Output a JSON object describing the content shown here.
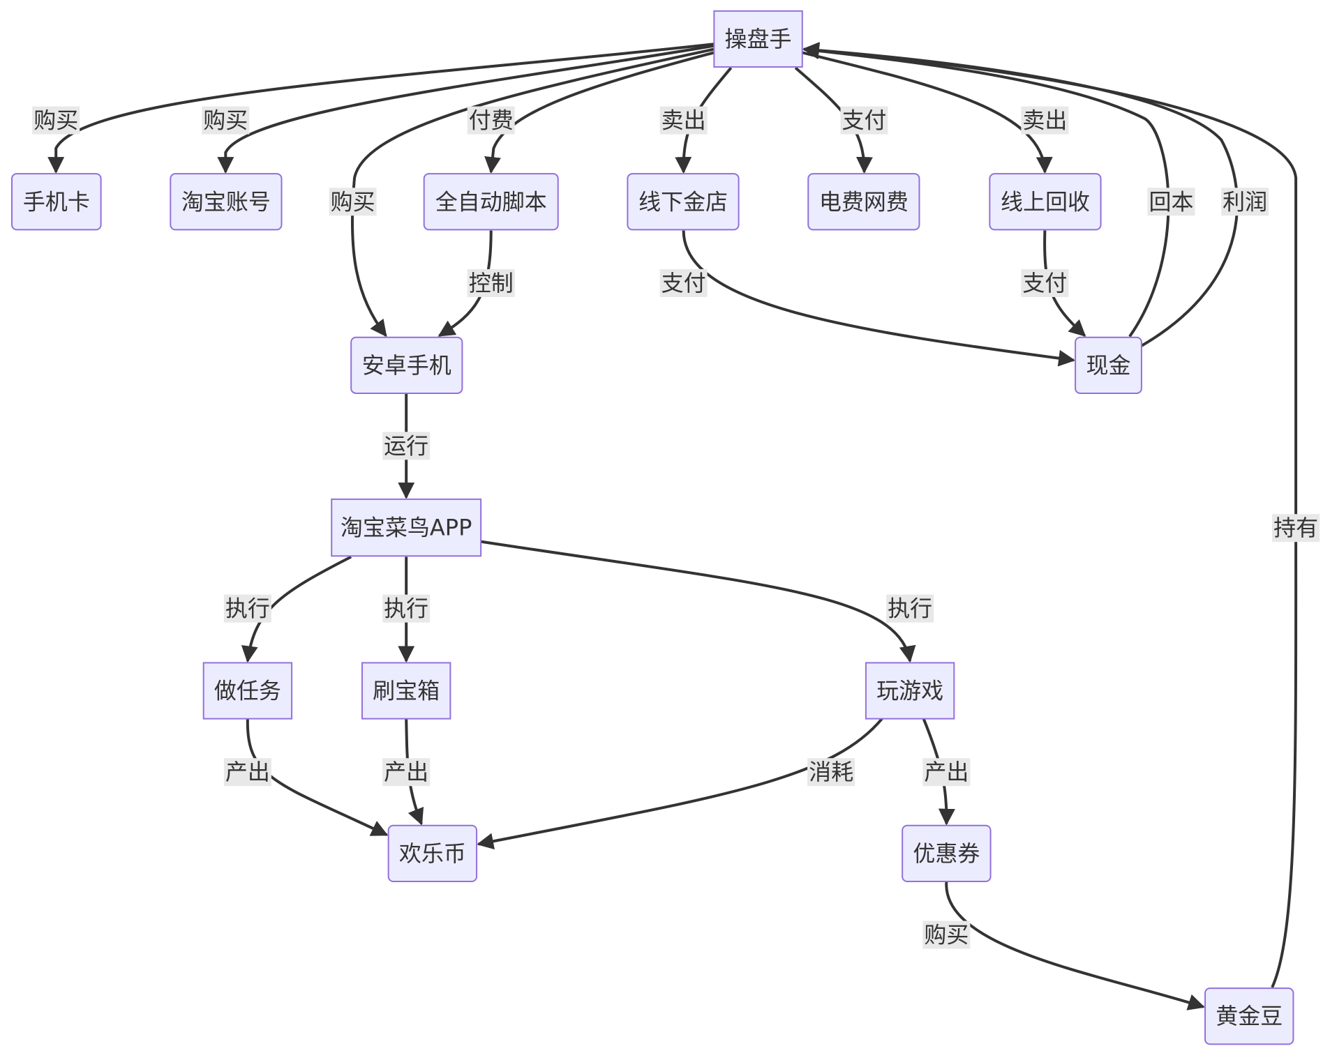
{
  "nodes": [
    {
      "id": "caopanshou",
      "label": "操盘手"
    },
    {
      "id": "shoujika",
      "label": "手机卡"
    },
    {
      "id": "taobaozhanghao",
      "label": "淘宝账号"
    },
    {
      "id": "quanzidongjiaoben",
      "label": "全自动脚本"
    },
    {
      "id": "xianxiajindian",
      "label": "线下金店"
    },
    {
      "id": "dianfeiwangfei",
      "label": "电费网费"
    },
    {
      "id": "xianshanghuishou",
      "label": "线上回收"
    },
    {
      "id": "anzhuoshouji",
      "label": "安卓手机"
    },
    {
      "id": "xianjin",
      "label": "现金"
    },
    {
      "id": "taobaocainiao",
      "label": "淘宝菜鸟APP"
    },
    {
      "id": "zuorenwu",
      "label": "做任务"
    },
    {
      "id": "shuabaoxiang",
      "label": "刷宝箱"
    },
    {
      "id": "wanyouxi",
      "label": "玩游戏"
    },
    {
      "id": "huanlebi",
      "label": "欢乐币"
    },
    {
      "id": "youhuiquan",
      "label": "优惠券"
    },
    {
      "id": "huangjindou",
      "label": "黄金豆"
    }
  ],
  "edges": [
    {
      "from": "caopanshou",
      "to": "shoujika",
      "label": "购买"
    },
    {
      "from": "caopanshou",
      "to": "taobaozhanghao",
      "label": "购买"
    },
    {
      "from": "caopanshou",
      "to": "anzhuoshouji",
      "label": "购买"
    },
    {
      "from": "caopanshou",
      "to": "quanzidongjiaoben",
      "label": "付费"
    },
    {
      "from": "caopanshou",
      "to": "xianxiajindian",
      "label": "卖出"
    },
    {
      "from": "caopanshou",
      "to": "dianfeiwangfei",
      "label": "支付"
    },
    {
      "from": "caopanshou",
      "to": "xianshanghuishou",
      "label": "卖出"
    },
    {
      "from": "xianjin",
      "to": "caopanshou",
      "label": "回本"
    },
    {
      "from": "xianjin",
      "to": "caopanshou",
      "label": "利润"
    },
    {
      "from": "huangjindou",
      "to": "caopanshou",
      "label": "持有"
    },
    {
      "from": "quanzidongjiaoben",
      "to": "anzhuoshouji",
      "label": "控制"
    },
    {
      "from": "xianxiajindian",
      "to": "xianjin",
      "label": "支付"
    },
    {
      "from": "xianshanghuishou",
      "to": "xianjin",
      "label": "支付"
    },
    {
      "from": "anzhuoshouji",
      "to": "taobaocainiao",
      "label": "运行"
    },
    {
      "from": "taobaocainiao",
      "to": "zuorenwu",
      "label": "执行"
    },
    {
      "from": "taobaocainiao",
      "to": "shuabaoxiang",
      "label": "执行"
    },
    {
      "from": "taobaocainiao",
      "to": "wanyouxi",
      "label": "执行"
    },
    {
      "from": "zuorenwu",
      "to": "huanlebi",
      "label": "产出"
    },
    {
      "from": "shuabaoxiang",
      "to": "huanlebi",
      "label": "产出"
    },
    {
      "from": "wanyouxi",
      "to": "huanlebi",
      "label": "消耗"
    },
    {
      "from": "wanyouxi",
      "to": "youhuiquan",
      "label": "产出"
    },
    {
      "from": "youhuiquan",
      "to": "huangjindou",
      "label": "购买"
    }
  ]
}
